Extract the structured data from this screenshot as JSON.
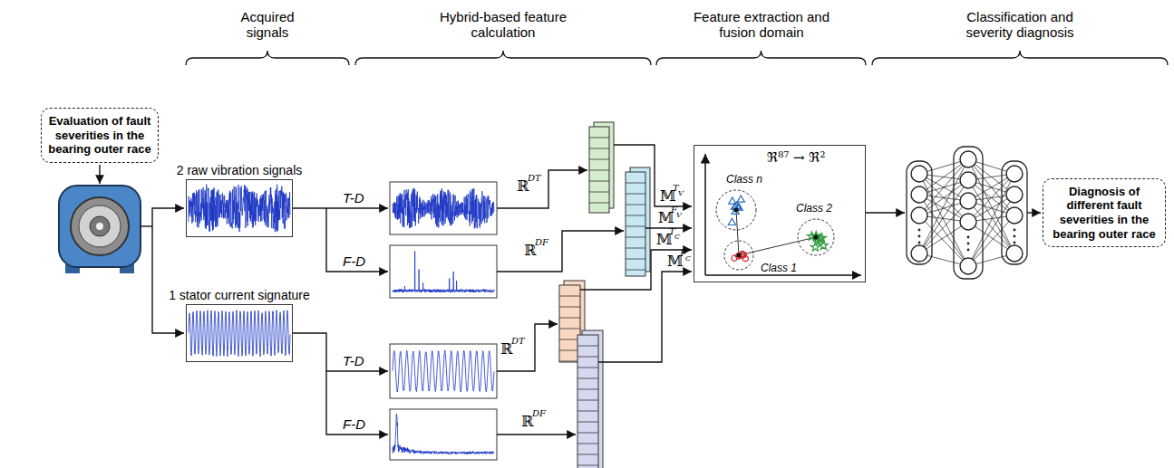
{
  "diagram": {
    "nodes": [
      {
        "text": [
          "Evaluation of fault severities in the bearing outer race"
        ]
      },
      {
        "text": [
          "2 raw vibration signals"
        ]
      },
      {
        "text": [
          "1 stator current signature"
        ]
      },
      {
        "text": [
          "ℜ⁸⁷ → ℜ²",
          "Class n",
          "Class 2",
          "Class 1"
        ]
      },
      {
        "text": [
          "Diagnosis of different fault severities in the bearing outer race"
        ]
      }
    ],
    "labels": [
      "Acquired signals",
      "Hybrid-based feature calculation",
      "Feature extraction and fusion domain",
      "Classification and severity diagnosis",
      "T-D",
      "F-D",
      "T-D",
      "F-D",
      "ℝ",
      "DT",
      "ℝ",
      "DF",
      "ℝ",
      "DT",
      "ℝ",
      "DF",
      "𝕄",
      "T",
      "V",
      "𝕄",
      "F",
      "V",
      "𝕄",
      "T",
      "C",
      "𝕄",
      "F",
      "C"
    ]
  }
}
